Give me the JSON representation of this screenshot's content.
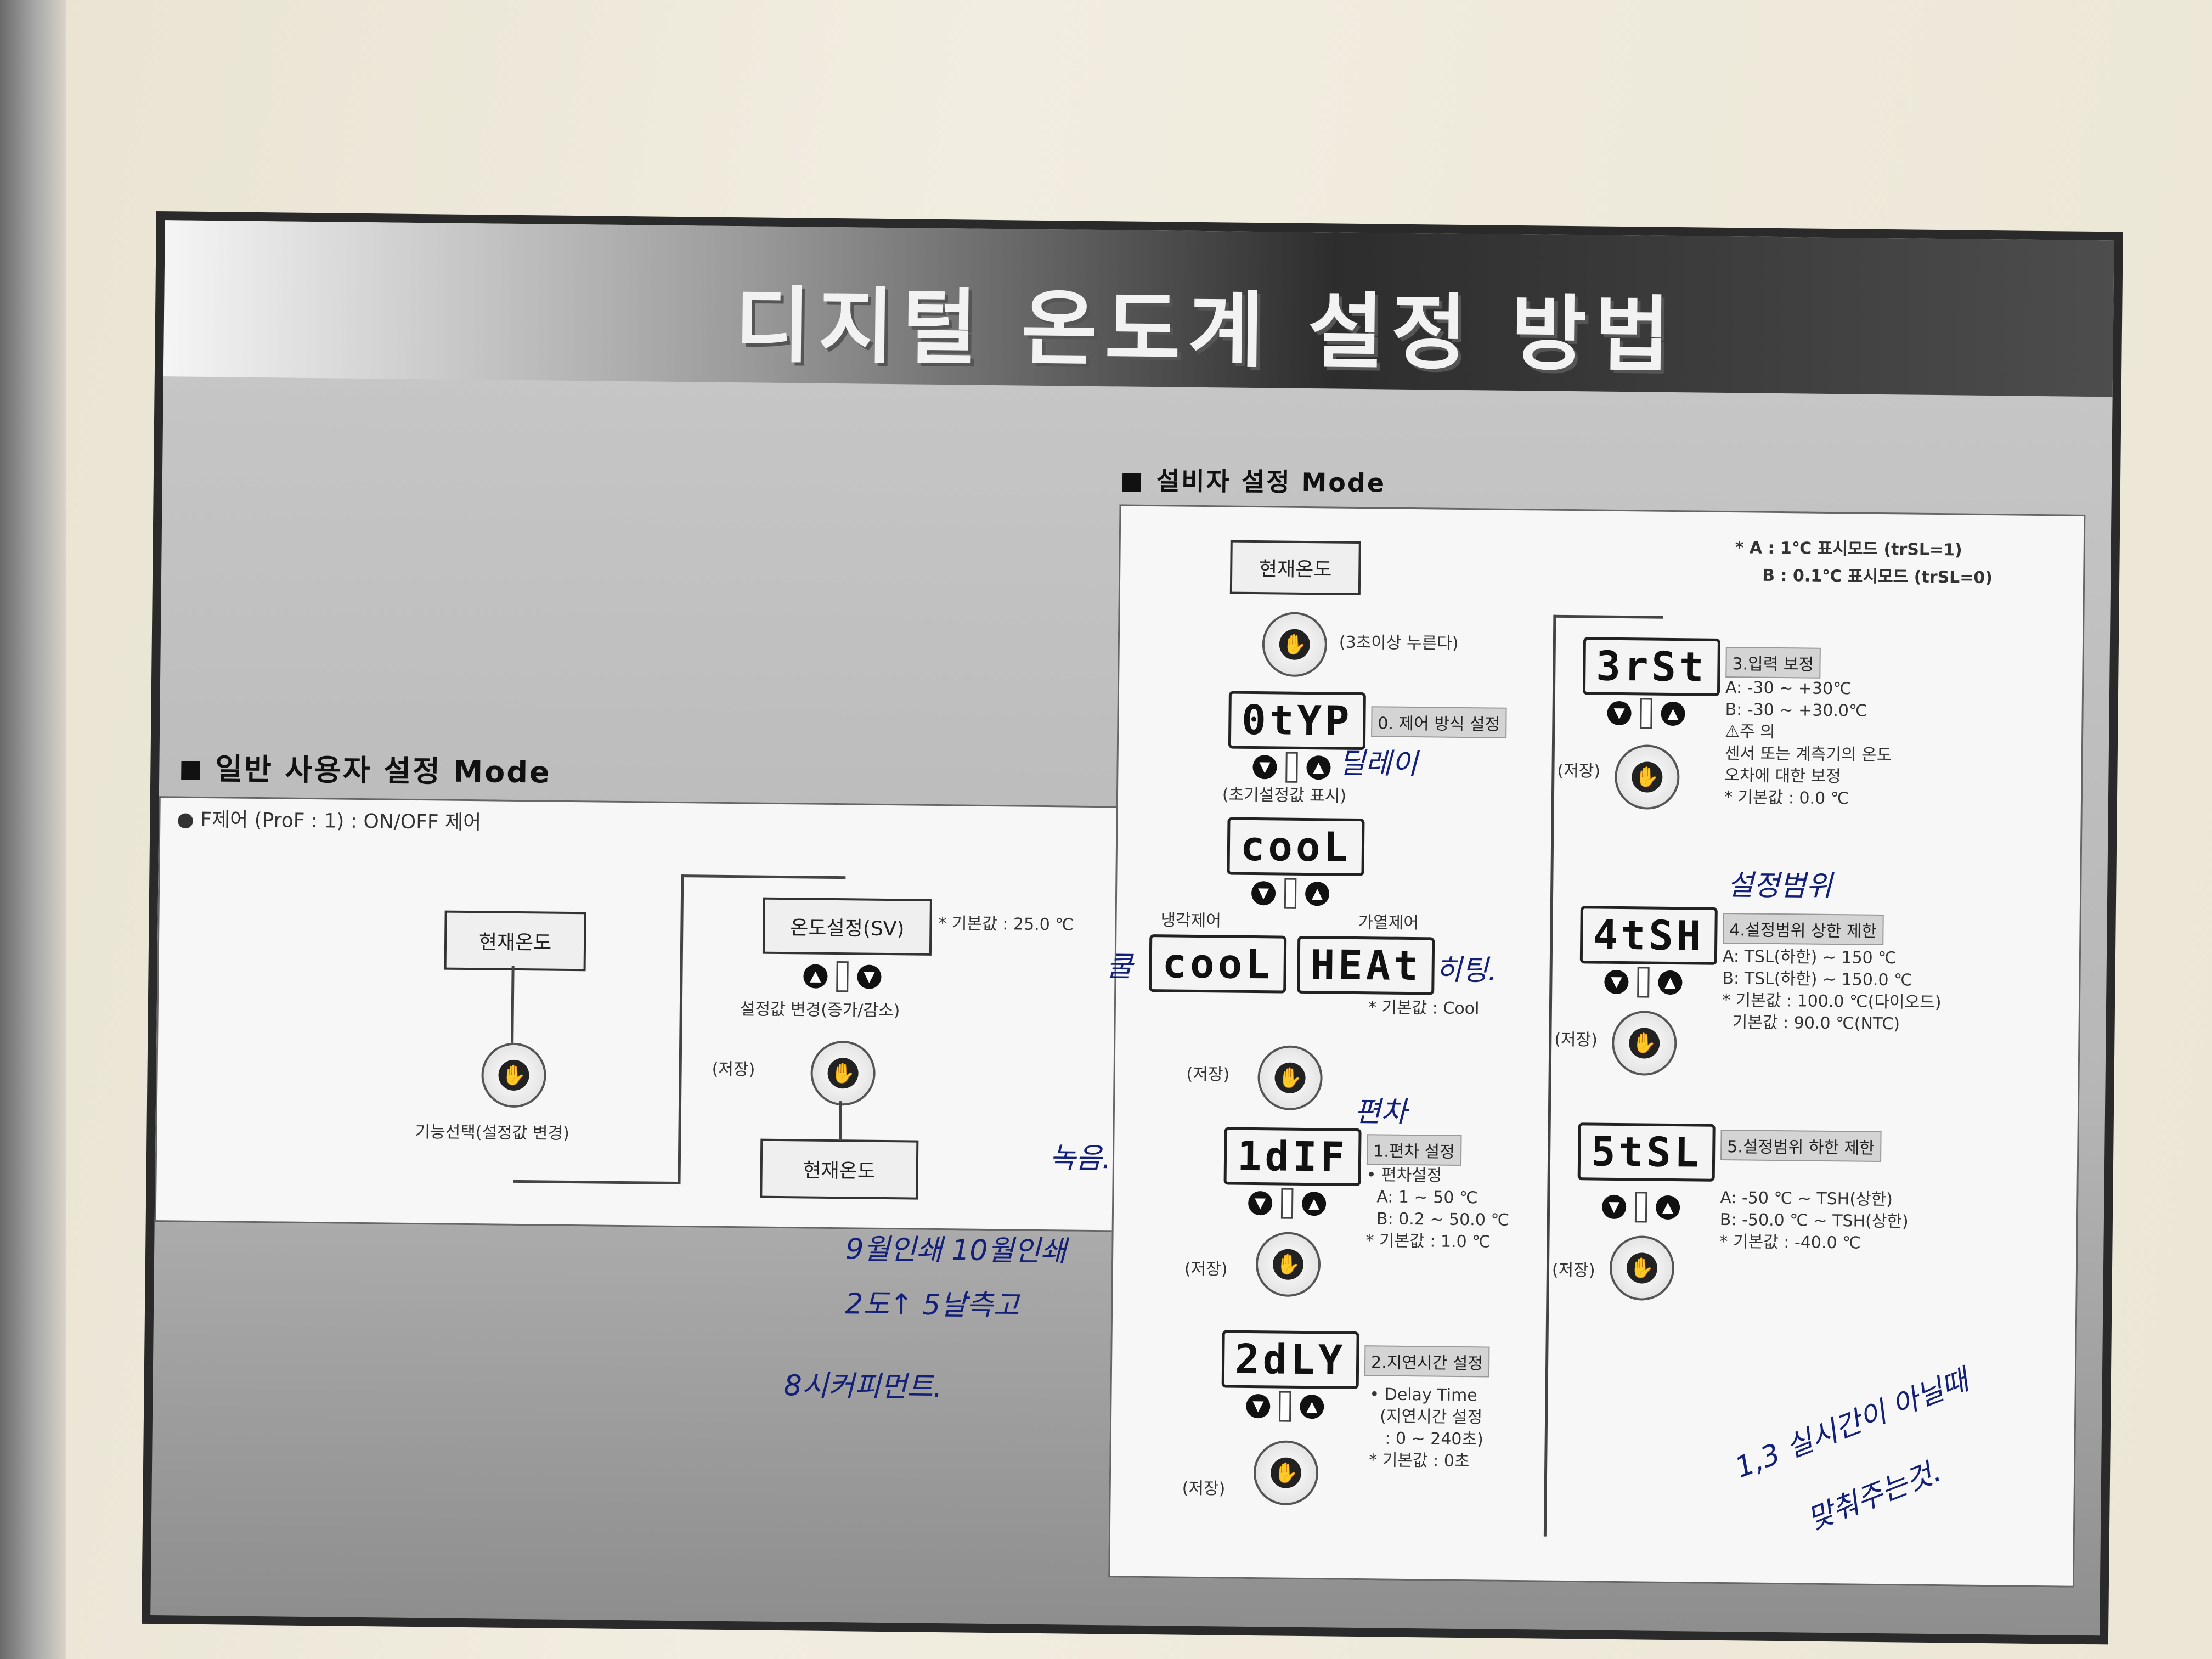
{
  "title": "디지털 온도계 설정 방법",
  "general": {
    "heading": "일반 사용자 설정 Mode",
    "subheading": "● F제어 (ProF : 1) : ON/OFF 제어",
    "current_temp_1": "현재온도",
    "func_select": "기능선택(설정값 변경)",
    "sv_setting": "온도설정(SV)",
    "sv_default": "* 기본값 : 25.0 ℃",
    "change_setting": "설정값 변경(증가/감소)",
    "save": "(저장)",
    "current_temp_2": "현재온도"
  },
  "install": {
    "heading": "설비자 설정 Mode",
    "display_note_a": "* A : 1℃ 표시모드 (trSL=1)",
    "display_note_b": "B : 0.1℃ 표시모드 (trSL=0)",
    "current_temp": "현재온도",
    "hold_note": "(3초이상 누른다)",
    "lcd_otyp": "0tYP",
    "tag_0": "0. 제어 방식 설정",
    "init_display": "(초기설정값 표시)",
    "lcd_cool": "cooL",
    "cool_ctrl": "냉각제어",
    "heat_ctrl": "가열제어",
    "lcd_cool2": "cooL",
    "lcd_heat": "HEAt",
    "default_cool": "* 기본값 : Cool",
    "save_1": "(저장)",
    "lcd_idif": "1dIF",
    "tag_1": "1.편차 설정",
    "idif_note": "• 편차설정\n  A: 1 ~ 50 ℃\n  B: 0.2 ~ 50.0 ℃\n* 기본값 : 1.0 ℃",
    "save_2": "(저장)",
    "lcd_2dly": "2dLY",
    "tag_2": "2.지연시간 설정",
    "dly_note": "• Delay Time\n  (지연시간 설정\n   : 0 ~ 240초)\n* 기본값 : 0초",
    "save_3": "(저장)",
    "lcd_3rst": "3rSt",
    "tag_3": "3.입력 보정",
    "rst_note": "A: -30 ~ +30℃\nB: -30 ~ +30.0℃\n⚠주 의\n센서 또는 계측기의 온도\n오차에 대한 보정\n* 기본값 : 0.0 ℃",
    "save_4": "(저장)",
    "lcd_4tsh": "4tSH",
    "tag_4": "4.설정범위 상한 제한",
    "tsh_note": "A: TSL(하한) ~ 150 ℃\nB: TSL(하한) ~ 150.0 ℃\n* 기본값 : 100.0 ℃(다이오드)\n  기본값 : 90.0 ℃(NTC)",
    "save_5": "(저장)",
    "lcd_5tsl": "5tSL",
    "tag_5": "5.설정범위 하한 제한",
    "tsl_note": "A: -50 ℃ ~ TSH(상한)\nB: -50.0 ℃ ~ TSH(상한)\n* 기본값 : -40.0 ℃",
    "save_6": "(저장)"
  },
  "handwriting": {
    "delay": "딜레이",
    "cooling": "쿨",
    "heating": "히팅.",
    "deviation": "편차",
    "range": "설정범위",
    "record": "녹음.",
    "line1": "9월인쇄   10월인쇄",
    "line2": "2도↑   5날측고",
    "line3": "8시커피먼트.",
    "line4": "1,3 실시간이 아닐때",
    "line5": "맞춰주는것."
  }
}
